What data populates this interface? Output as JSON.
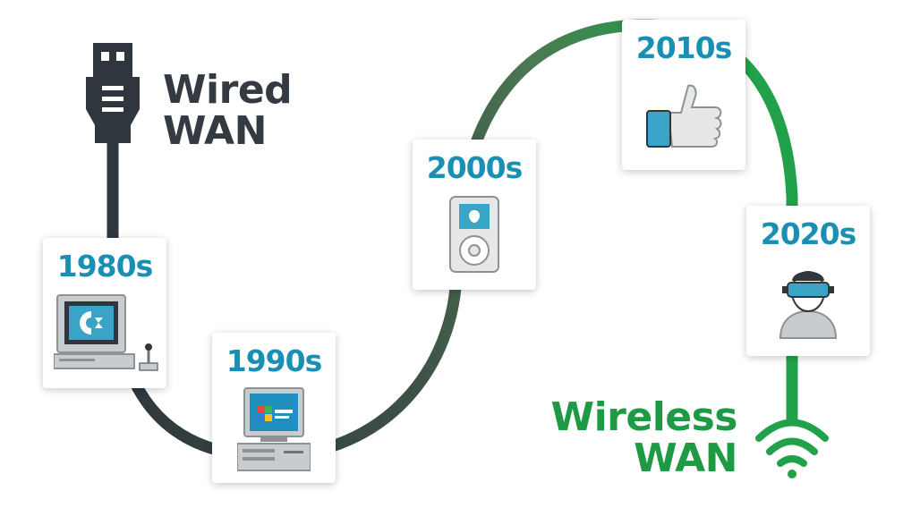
{
  "titles": {
    "wired": [
      "Wired",
      "WAN"
    ],
    "wireless": [
      "Wireless",
      "WAN"
    ]
  },
  "eras": [
    {
      "decade": "1980s",
      "icon": "computer-joystick-icon"
    },
    {
      "decade": "1990s",
      "icon": "windows-pc-icon"
    },
    {
      "decade": "2000s",
      "icon": "music-player-icon"
    },
    {
      "decade": "2010s",
      "icon": "thumbs-up-phone-icon"
    },
    {
      "decade": "2020s",
      "icon": "vr-headset-person-icon"
    }
  ],
  "colors": {
    "wired": "#2f363d",
    "transition": "#4b7a52",
    "wireless": "#21a24a",
    "decade_text": "#1a8fb4"
  },
  "icons": [
    "usb-plug-icon",
    "wifi-icon"
  ]
}
